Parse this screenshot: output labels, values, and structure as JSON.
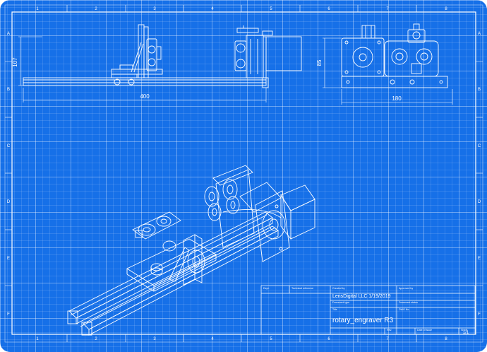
{
  "frame": {
    "col_labels": [
      "1",
      "2",
      "3",
      "4",
      "5",
      "6",
      "7",
      "8"
    ],
    "row_labels": [
      "A",
      "B",
      "C",
      "D",
      "E",
      "F"
    ]
  },
  "dimensions": {
    "side_height": "107",
    "side_length": "400",
    "front_height": "85",
    "front_width": "180"
  },
  "title_block": {
    "dept_label": "Dept.",
    "tech_ref_label": "Technical reference",
    "created_by_label": "Created by",
    "created_by": "LensDigital LLC  1/19/2019",
    "approved_by_label": "Approved by",
    "doc_type_label": "Document type",
    "doc_status_label": "Document status",
    "title_label": "Title",
    "title": "rotary_engraver R3",
    "dwg_no_label": "DWG No.",
    "rev_label": "Rev.",
    "date_issue_label": "Date of issue",
    "sheet_label": "Sheet",
    "sheet": "1/1"
  },
  "colors": {
    "sheet": "#1670e8",
    "line": "#ffffff"
  }
}
